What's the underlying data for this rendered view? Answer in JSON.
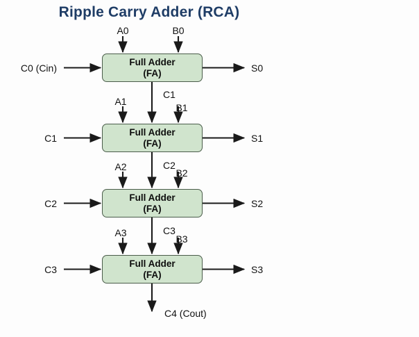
{
  "diagram": {
    "title": "Ripple Carry Adder (RCA)",
    "type": "block-diagram",
    "background_color": "#fdfdfd",
    "title_color": "#1f3d66",
    "block_fill_color": "#d0e4cd",
    "block_border_color": "#4a5c4a",
    "wire_color": "#1a1a1a",
    "block_label_line1": "Full Adder",
    "block_label_line2": "(FA)",
    "stages": [
      {
        "index": 0,
        "a_input": "A0",
        "b_input": "B0",
        "carry_in": "C0 (Cin)",
        "sum_output": "S0",
        "carry_out": "C1"
      },
      {
        "index": 1,
        "a_input": "A1",
        "b_input": "B1",
        "carry_in": "C1",
        "sum_output": "S1",
        "carry_out": "C2"
      },
      {
        "index": 2,
        "a_input": "A2",
        "b_input": "B2",
        "carry_in": "C2",
        "sum_output": "S2",
        "carry_out": "C3"
      },
      {
        "index": 3,
        "a_input": "A3",
        "b_input": "B3",
        "carry_in": "C3",
        "sum_output": "S3",
        "carry_out": "C4 (Cout)"
      }
    ]
  }
}
